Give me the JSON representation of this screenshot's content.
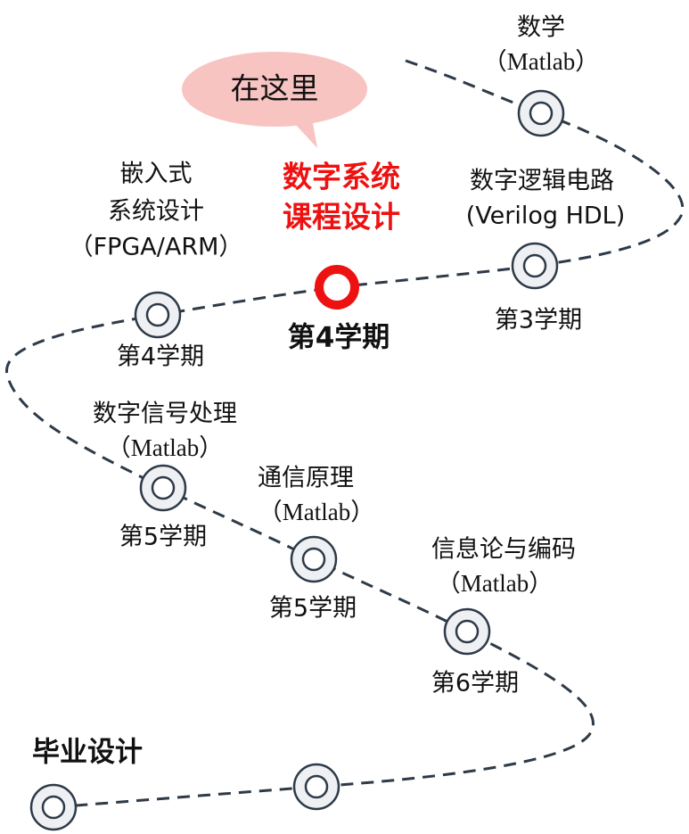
{
  "bubble": {
    "label": "在这里",
    "color": "#f8c4c2"
  },
  "current": {
    "line1": "数字系统",
    "line2": "课程设计",
    "term": "第4学期",
    "color": "#ee1111"
  },
  "courses": [
    {
      "name": "数学",
      "tool": "（Matlab）"
    },
    {
      "name": "数字逻辑电路",
      "tool": "(Verilog HDL)",
      "term": "第3学期"
    },
    {
      "name1": "嵌入式",
      "name2": "系统设计",
      "tool": "（FPGA/ARM）",
      "term": "第4学期"
    },
    {
      "name": "数字信号处理",
      "tool": "（Matlab）",
      "term": "第5学期"
    },
    {
      "name": "通信原理",
      "tool": "（Matlab）",
      "term": "第5学期"
    },
    {
      "name": "信息论与编码",
      "tool": "（Matlab）",
      "term": "第6学期"
    }
  ],
  "final": {
    "label": "毕业设计"
  }
}
